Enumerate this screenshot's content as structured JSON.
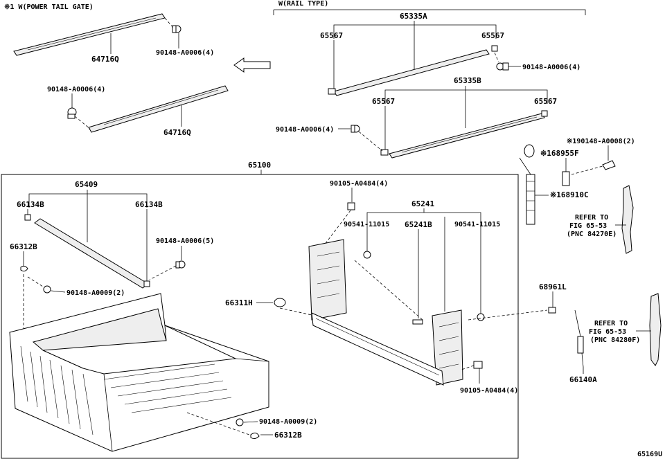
{
  "headers": {
    "power_tail_gate": "※1 W(POWER TAIL GATE)",
    "rail_type": "W(RAIL TYPE)"
  },
  "labels": {
    "p64716q_top": "64716Q",
    "p64716q_bot": "64716Q",
    "bolt_tl": "90148-A0006(4)",
    "bolt_ml": "90148-A0006(4)",
    "p65335a": "65335A",
    "p65567_a1": "65567",
    "p65567_a2": "65567",
    "bolt_tr": "90148-A0006(4)",
    "p65335b": "65335B",
    "p65567_b1": "65567",
    "p65567_b2": "65567",
    "bolt_mr": "90148-A0006(4)",
    "bolt_cable": "※190148-A0008(2)",
    "p68955f": "※168955F",
    "p68910c": "※168910C",
    "refer1_a": "REFER TO",
    "refer1_b": "FIG 65-53",
    "refer1_c": "(PNC 84270E)",
    "p65100": "65100",
    "p65409": "65409",
    "p66134b_l": "66134B",
    "p66134b_r": "66134B",
    "bolt_5": "90148-A0006(5)",
    "p66312b_top": "66312B",
    "bolt_9a": "90148-A0009(2)",
    "p90105_top": "90105-A0484(4)",
    "p65241": "65241",
    "p90541_l": "90541-11015",
    "p65241b": "65241B",
    "p90541_r": "90541-11015",
    "p66311h": "66311H",
    "p68961l": "68961L",
    "refer2_a": "REFER TO",
    "refer2_b": "FIG 65-53",
    "refer2_c": "(PNC 84280F)",
    "p90105_bot": "90105-A0484(4)",
    "p66140a": "66140A",
    "bolt_9b": "90148-A0009(2)",
    "p66312b_bot": "66312B",
    "fig_code": "65169U"
  }
}
